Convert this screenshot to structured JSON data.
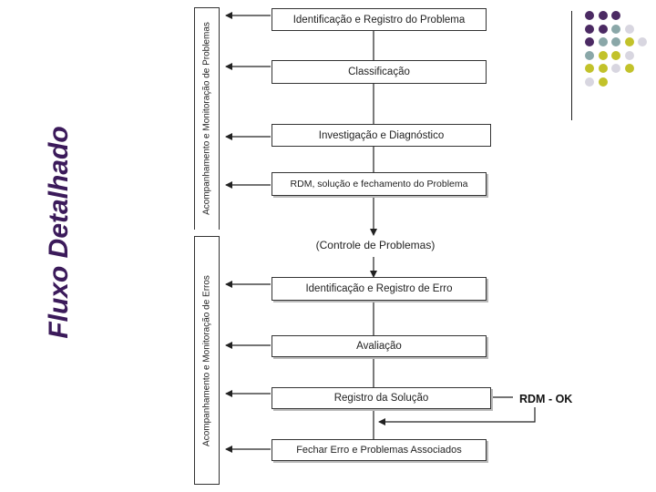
{
  "title": "Fluxo Detalhado",
  "top_group_label": "Acompanhamento e Monitoração de Problemas",
  "bottom_group_label": "Acompanhamento e Monitoração de Erros",
  "problem_steps": [
    "Identificação e Registro do Problema",
    "Classificação",
    "Investigação e Diagnóstico",
    "RDM, solução e fechamento do Problema"
  ],
  "controle_label": "(Controle de Problemas)",
  "error_steps": [
    "Identificação e Registro de Erro",
    "Avaliação",
    "Registro da Solução",
    "Fechar Erro e Problemas Associados"
  ],
  "rdm_label": "RDM - OK",
  "colors": {
    "title": "#3b1a5a",
    "dot_purple": "#4b2a63",
    "dot_teal": "#8aa7a8",
    "dot_olive": "#c2c22a",
    "dot_gray": "#d8d6e0"
  },
  "dot_grid": [
    [
      "purple",
      "purple",
      "purple",
      "",
      ""
    ],
    [
      "purple",
      "purple",
      "teal",
      "gray",
      ""
    ],
    [
      "purple",
      "teal",
      "teal",
      "olive",
      "gray"
    ],
    [
      "teal",
      "olive",
      "olive",
      "gray",
      ""
    ],
    [
      "olive",
      "olive",
      "gray",
      "olive",
      ""
    ],
    [
      "gray",
      "olive",
      "",
      ""
    ]
  ]
}
